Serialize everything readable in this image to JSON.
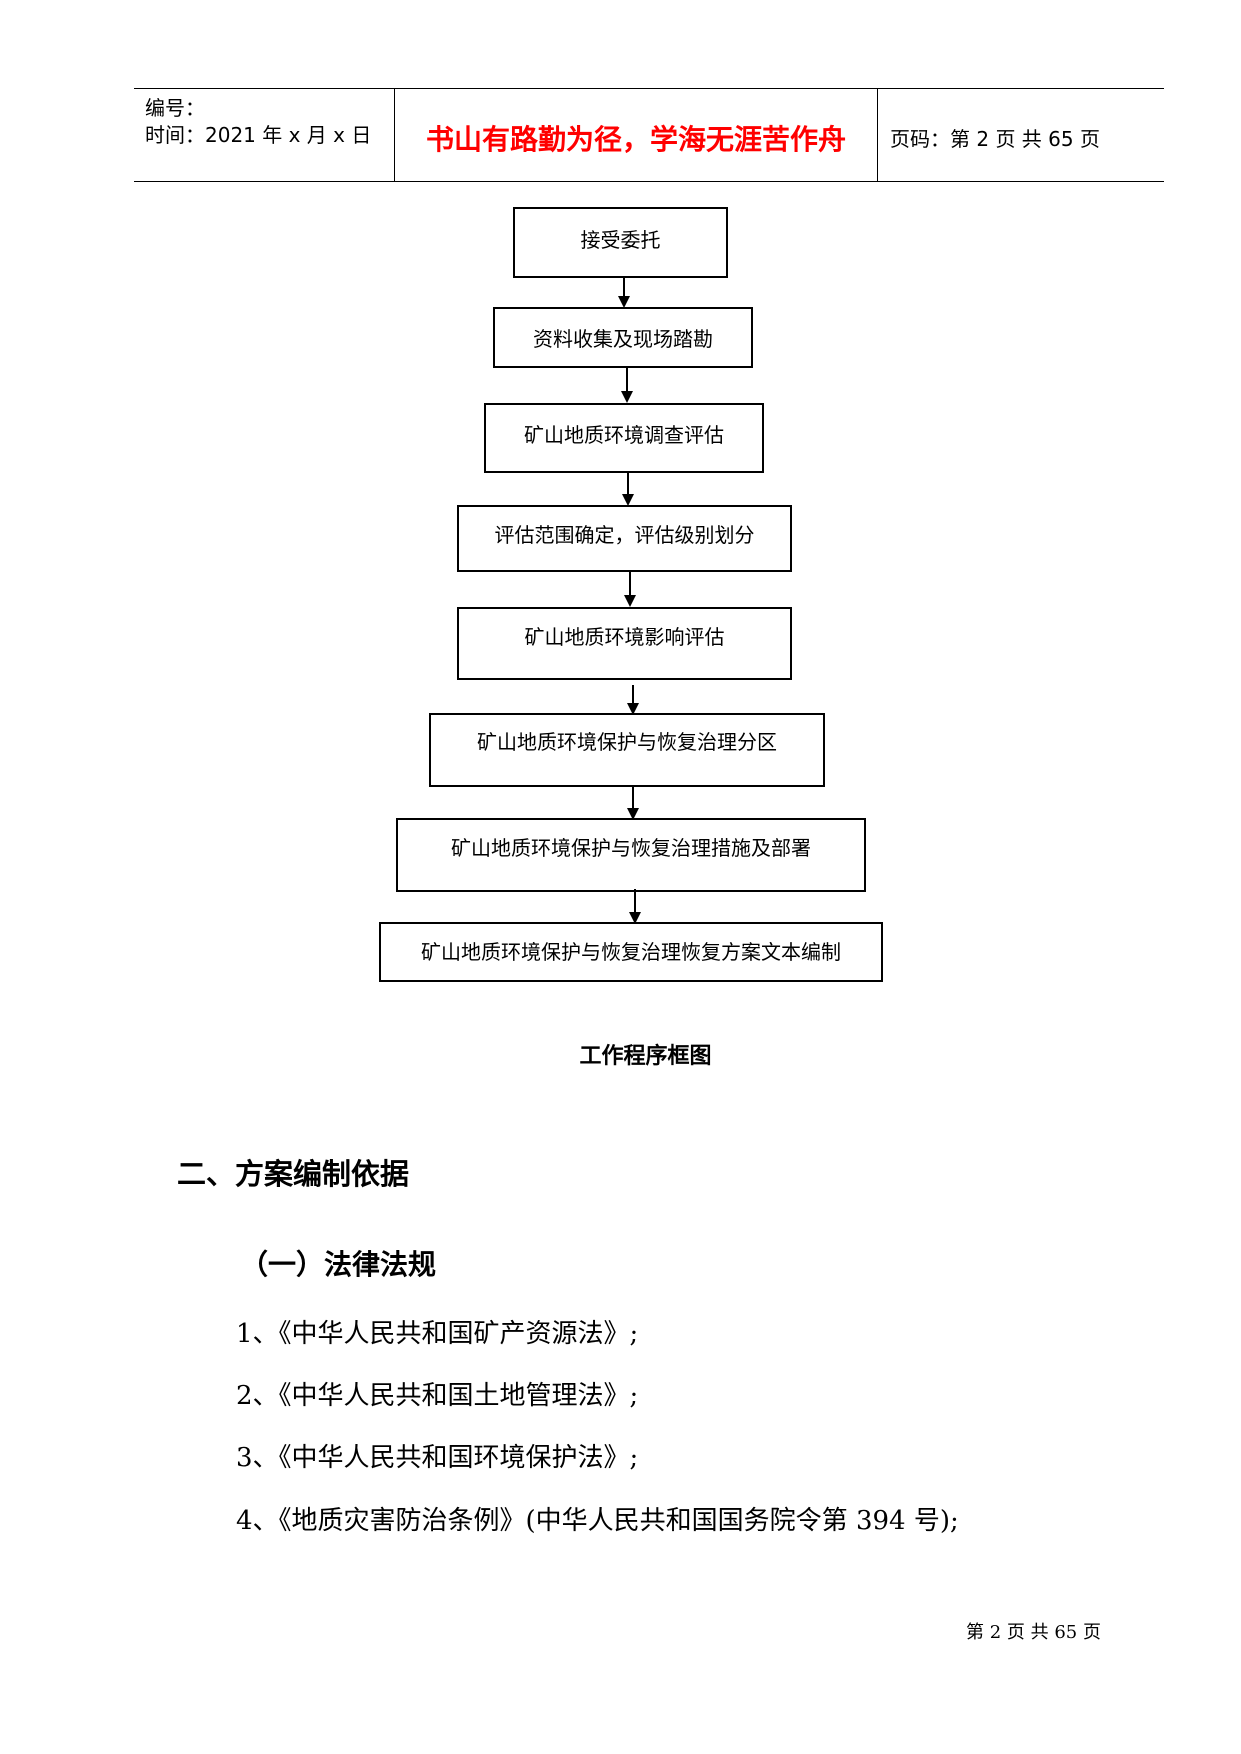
{
  "header": {
    "number_label": "编号：",
    "time_label": "时间：2021 年 x 月 x 日",
    "motto": "书山有路勤为径，学海无涯苦作舟",
    "page_label": "页码：第 2 页 共 65 页"
  },
  "flow": {
    "steps": [
      "接受委托",
      "资料收集及现场踏勘",
      "矿山地质环境调查评估",
      "评估范围确定，评估级别划分",
      "矿山地质环境影响评估",
      "矿山地质环境保护与恢复治理分区",
      "矿山地质环境保护与恢复治理措施及部署",
      "矿山地质环境保护与恢复治理恢复方案文本编制"
    ],
    "caption": "工作程序框图"
  },
  "section": {
    "title": "二、方案编制依据",
    "subtitle": "（一）法律法规",
    "items": [
      "1、《中华人民共和国矿产资源法》;",
      "2、《中华人民共和国土地管理法》;",
      "3、《中华人民共和国环境保护法》;",
      "4、《地质灾害防治条例》(中华人民共和国国务院令第 394 号);"
    ]
  },
  "footer": {
    "page_text": "第 2 页 共 65 页"
  }
}
